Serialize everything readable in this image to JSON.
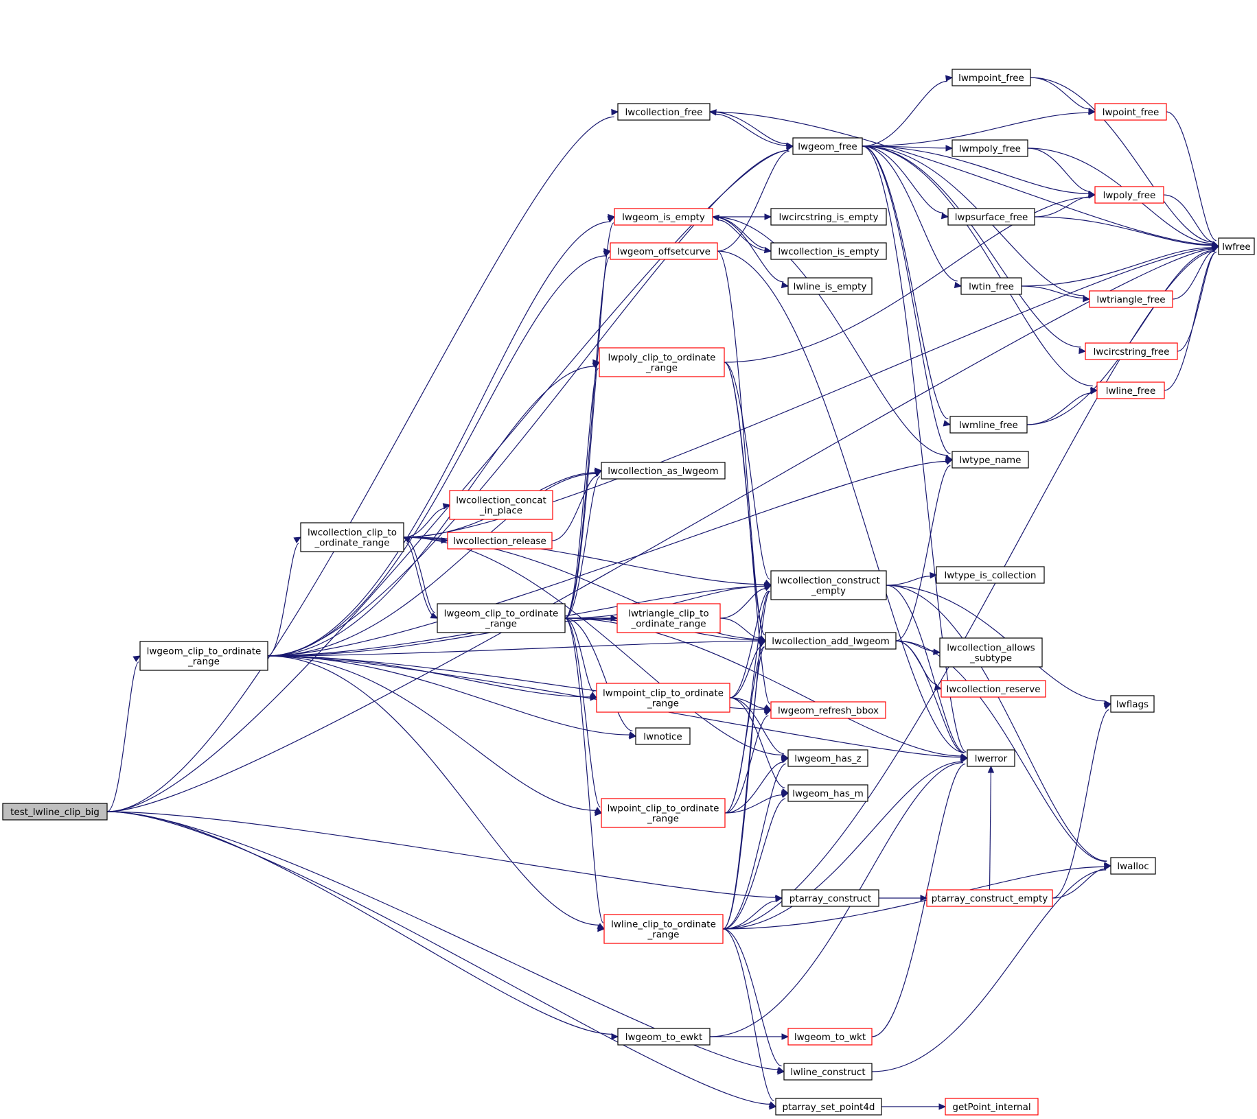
{
  "colors": {
    "edge": "#191970",
    "normal_border": "#000000",
    "highlight_border": "#ff0000",
    "root_fill": "#bfbfbf",
    "node_fill": "#ffffff"
  },
  "nodes": [
    {
      "id": "test_lwline_clip_big",
      "lines": [
        "test_lwline_clip_big"
      ],
      "style": "root"
    },
    {
      "id": "lwgeom_clip_to_ordinate_range",
      "lines": [
        "lwgeom_clip_to_ordinate",
        "_range"
      ],
      "style": "normal"
    },
    {
      "id": "lwcollection_free",
      "lines": [
        "lwcollection_free"
      ],
      "style": "normal"
    },
    {
      "id": "lwgeom_free",
      "lines": [
        "lwgeom_free"
      ],
      "style": "normal"
    },
    {
      "id": "lwfree",
      "lines": [
        "lwfree"
      ],
      "style": "normal"
    },
    {
      "id": "lwmpoint_free",
      "lines": [
        "lwmpoint_free"
      ],
      "style": "normal"
    },
    {
      "id": "lwpoint_free",
      "lines": [
        "lwpoint_free"
      ],
      "style": "highlight"
    },
    {
      "id": "lwmpoly_free",
      "lines": [
        "lwmpoly_free"
      ],
      "style": "normal"
    },
    {
      "id": "lwpoly_free",
      "lines": [
        "lwpoly_free"
      ],
      "style": "highlight"
    },
    {
      "id": "lwpsurface_free",
      "lines": [
        "lwpsurface_free"
      ],
      "style": "normal"
    },
    {
      "id": "lwtin_free",
      "lines": [
        "lwtin_free"
      ],
      "style": "normal"
    },
    {
      "id": "lwtriangle_free",
      "lines": [
        "lwtriangle_free"
      ],
      "style": "highlight"
    },
    {
      "id": "lwcircstring_free",
      "lines": [
        "lwcircstring_free"
      ],
      "style": "highlight"
    },
    {
      "id": "lwline_free",
      "lines": [
        "lwline_free"
      ],
      "style": "highlight"
    },
    {
      "id": "lwmline_free",
      "lines": [
        "lwmline_free"
      ],
      "style": "normal"
    },
    {
      "id": "lwtype_name",
      "lines": [
        "lwtype_name"
      ],
      "style": "normal"
    },
    {
      "id": "lwgeom_is_empty",
      "lines": [
        "lwgeom_is_empty"
      ],
      "style": "highlight"
    },
    {
      "id": "lwcircstring_is_empty",
      "lines": [
        "lwcircstring_is_empty"
      ],
      "style": "normal"
    },
    {
      "id": "lwcollection_is_empty",
      "lines": [
        "lwcollection_is_empty"
      ],
      "style": "normal"
    },
    {
      "id": "lwline_is_empty",
      "lines": [
        "lwline_is_empty"
      ],
      "style": "normal"
    },
    {
      "id": "lwgeom_offsetcurve",
      "lines": [
        "lwgeom_offsetcurve"
      ],
      "style": "highlight"
    },
    {
      "id": "lwpoly_clip_to_ordinate_range",
      "lines": [
        "lwpoly_clip_to_ordinate",
        "_range"
      ],
      "style": "highlight"
    },
    {
      "id": "lwcollection_as_lwgeom",
      "lines": [
        "lwcollection_as_lwgeom"
      ],
      "style": "normal"
    },
    {
      "id": "lwcollection_concat_in_place",
      "lines": [
        "lwcollection_concat",
        "_in_place"
      ],
      "style": "highlight"
    },
    {
      "id": "lwcollection_clip_to_ordinate_range",
      "lines": [
        "lwcollection_clip_to",
        "_ordinate_range"
      ],
      "style": "normal"
    },
    {
      "id": "lwcollection_release",
      "lines": [
        "lwcollection_release"
      ],
      "style": "highlight"
    },
    {
      "id": "lwcollection_construct_empty",
      "lines": [
        "lwcollection_construct",
        "_empty"
      ],
      "style": "normal"
    },
    {
      "id": "lwtype_is_collection",
      "lines": [
        "lwtype_is_collection"
      ],
      "style": "normal"
    },
    {
      "id": "lwgeom_clip_to_ordinate_range2",
      "lines": [
        "lwgeom_clip_to_ordinate",
        "_range"
      ],
      "style": "normal"
    },
    {
      "id": "lwtriangle_clip_to_ordinate_range",
      "lines": [
        "lwtriangle_clip_to",
        "_ordinate_range"
      ],
      "style": "highlight"
    },
    {
      "id": "lwcollection_add_lwgeom",
      "lines": [
        "lwcollection_add_lwgeom"
      ],
      "style": "normal"
    },
    {
      "id": "lwcollection_allows_subtype",
      "lines": [
        "lwcollection_allows",
        "_subtype"
      ],
      "style": "normal"
    },
    {
      "id": "lwcollection_reserve",
      "lines": [
        "lwcollection_reserve"
      ],
      "style": "highlight"
    },
    {
      "id": "lwflags",
      "lines": [
        "lwflags"
      ],
      "style": "normal"
    },
    {
      "id": "lwmpoint_clip_to_ordinate_range",
      "lines": [
        "lwmpoint_clip_to_ordinate",
        "_range"
      ],
      "style": "highlight"
    },
    {
      "id": "lwgeom_refresh_bbox",
      "lines": [
        "lwgeom_refresh_bbox"
      ],
      "style": "highlight"
    },
    {
      "id": "lwnotice",
      "lines": [
        "lwnotice"
      ],
      "style": "normal"
    },
    {
      "id": "lwgeom_has_z",
      "lines": [
        "lwgeom_has_z"
      ],
      "style": "normal"
    },
    {
      "id": "lwerror",
      "lines": [
        "lwerror"
      ],
      "style": "normal"
    },
    {
      "id": "lwgeom_has_m",
      "lines": [
        "lwgeom_has_m"
      ],
      "style": "normal"
    },
    {
      "id": "lwpoint_clip_to_ordinate_range",
      "lines": [
        "lwpoint_clip_to_ordinate",
        "_range"
      ],
      "style": "highlight"
    },
    {
      "id": "lwalloc",
      "lines": [
        "lwalloc"
      ],
      "style": "normal"
    },
    {
      "id": "ptarray_construct",
      "lines": [
        "ptarray_construct"
      ],
      "style": "normal"
    },
    {
      "id": "ptarray_construct_empty",
      "lines": [
        "ptarray_construct_empty"
      ],
      "style": "highlight"
    },
    {
      "id": "lwline_clip_to_ordinate_range",
      "lines": [
        "lwline_clip_to_ordinate",
        "_range"
      ],
      "style": "highlight"
    },
    {
      "id": "lwgeom_to_ewkt",
      "lines": [
        "lwgeom_to_ewkt"
      ],
      "style": "normal"
    },
    {
      "id": "lwgeom_to_wkt",
      "lines": [
        "lwgeom_to_wkt"
      ],
      "style": "highlight"
    },
    {
      "id": "lwline_construct",
      "lines": [
        "lwline_construct"
      ],
      "style": "normal"
    },
    {
      "id": "ptarray_set_point4d",
      "lines": [
        "ptarray_set_point4d"
      ],
      "style": "normal"
    },
    {
      "id": "getPoint_internal",
      "lines": [
        "getPoint_internal"
      ],
      "style": "highlight"
    }
  ],
  "edges": [
    [
      "test_lwline_clip_big",
      "lwgeom_clip_to_ordinate_range"
    ],
    [
      "test_lwline_clip_big",
      "lwcollection_free"
    ],
    [
      "test_lwline_clip_big",
      "lwfree"
    ],
    [
      "test_lwline_clip_big",
      "lwgeom_free"
    ],
    [
      "test_lwline_clip_big",
      "lwgeom_to_ewkt"
    ],
    [
      "test_lwline_clip_big",
      "lwline_construct"
    ],
    [
      "test_lwline_clip_big",
      "ptarray_construct"
    ],
    [
      "test_lwline_clip_big",
      "ptarray_set_point4d"
    ],
    [
      "lwgeom_clip_to_ordinate_range",
      "lwcollection_clip_to_ordinate_range"
    ],
    [
      "lwgeom_clip_to_ordinate_range",
      "lwgeom_is_empty"
    ],
    [
      "lwgeom_clip_to_ordinate_range",
      "lwgeom_offsetcurve"
    ],
    [
      "lwgeom_clip_to_ordinate_range",
      "lwpoly_clip_to_ordinate_range"
    ],
    [
      "lwgeom_clip_to_ordinate_range",
      "lwtriangle_clip_to_ordinate_range"
    ],
    [
      "lwgeom_clip_to_ordinate_range",
      "lwmpoint_clip_to_ordinate_range"
    ],
    [
      "lwgeom_clip_to_ordinate_range",
      "lwnotice"
    ],
    [
      "lwgeom_clip_to_ordinate_range",
      "lwpoint_clip_to_ordinate_range"
    ],
    [
      "lwgeom_clip_to_ordinate_range",
      "lwline_clip_to_ordinate_range"
    ],
    [
      "lwgeom_clip_to_ordinate_range",
      "lwtype_name"
    ],
    [
      "lwgeom_clip_to_ordinate_range",
      "lwcollection_as_lwgeom"
    ],
    [
      "lwgeom_clip_to_ordinate_range",
      "lwgeom_free"
    ],
    [
      "lwgeom_clip_to_ordinate_range",
      "lwcollection_construct_empty"
    ],
    [
      "lwgeom_clip_to_ordinate_range",
      "lwcollection_add_lwgeom"
    ],
    [
      "lwgeom_clip_to_ordinate_range",
      "lwgeom_refresh_bbox"
    ],
    [
      "lwgeom_clip_to_ordinate_range",
      "lwerror"
    ],
    [
      "lwcollection_free",
      "lwfree"
    ],
    [
      "lwcollection_free",
      "lwgeom_free"
    ],
    [
      "lwgeom_free",
      "lwcollection_free"
    ],
    [
      "lwgeom_free",
      "lwmpoint_free"
    ],
    [
      "lwgeom_free",
      "lwpoint_free"
    ],
    [
      "lwgeom_free",
      "lwmpoly_free"
    ],
    [
      "lwgeom_free",
      "lwpoly_free"
    ],
    [
      "lwgeom_free",
      "lwpsurface_free"
    ],
    [
      "lwgeom_free",
      "lwtin_free"
    ],
    [
      "lwgeom_free",
      "lwtriangle_free"
    ],
    [
      "lwgeom_free",
      "lwcircstring_free"
    ],
    [
      "lwgeom_free",
      "lwline_free"
    ],
    [
      "lwgeom_free",
      "lwmline_free"
    ],
    [
      "lwgeom_free",
      "lwtype_name"
    ],
    [
      "lwgeom_free",
      "lwerror"
    ],
    [
      "lwmpoint_free",
      "lwfree"
    ],
    [
      "lwmpoint_free",
      "lwpoint_free"
    ],
    [
      "lwpoint_free",
      "lwfree"
    ],
    [
      "lwmpoly_free",
      "lwfree"
    ],
    [
      "lwmpoly_free",
      "lwpoly_free"
    ],
    [
      "lwpoly_free",
      "lwfree"
    ],
    [
      "lwpsurface_free",
      "lwpoly_free"
    ],
    [
      "lwpsurface_free",
      "lwfree"
    ],
    [
      "lwtin_free",
      "lwfree"
    ],
    [
      "lwtin_free",
      "lwtriangle_free"
    ],
    [
      "lwtriangle_free",
      "lwfree"
    ],
    [
      "lwcircstring_free",
      "lwfree"
    ],
    [
      "lwline_free",
      "lwfree"
    ],
    [
      "lwmline_free",
      "lwline_free"
    ],
    [
      "lwmline_free",
      "lwfree"
    ],
    [
      "lwgeom_is_empty",
      "lwcircstring_is_empty"
    ],
    [
      "lwgeom_is_empty",
      "lwcollection_is_empty"
    ],
    [
      "lwgeom_is_empty",
      "lwline_is_empty"
    ],
    [
      "lwgeom_is_empty",
      "lwtype_name"
    ],
    [
      "lwcollection_is_empty",
      "lwgeom_is_empty"
    ],
    [
      "lwgeom_offsetcurve",
      "lwgeom_free"
    ],
    [
      "lwgeom_offsetcurve",
      "lwerror"
    ],
    [
      "lwgeom_offsetcurve",
      "lwcollection_add_lwgeom"
    ],
    [
      "lwpoly_clip_to_ordinate_range",
      "lwpoly_free"
    ],
    [
      "lwpoly_clip_to_ordinate_range",
      "lwcollection_construct_empty"
    ],
    [
      "lwpoly_clip_to_ordinate_range",
      "lwcollection_add_lwgeom"
    ],
    [
      "lwpoly_clip_to_ordinate_range",
      "lwgeom_refresh_bbox"
    ],
    [
      "lwcollection_clip_to_ordinate_range",
      "lwcollection_concat_in_place"
    ],
    [
      "lwcollection_clip_to_ordinate_range",
      "lwcollection_release"
    ],
    [
      "lwcollection_clip_to_ordinate_range",
      "lwgeom_clip_to_ordinate_range2"
    ],
    [
      "lwcollection_clip_to_ordinate_range",
      "lwcollection_as_lwgeom"
    ],
    [
      "lwcollection_clip_to_ordinate_range",
      "lwcollection_construct_empty"
    ],
    [
      "lwcollection_clip_to_ordinate_range",
      "lwcollection_add_lwgeom"
    ],
    [
      "lwcollection_clip_to_ordinate_range",
      "lwfree"
    ],
    [
      "lwcollection_clip_to_ordinate_range",
      "lwgeom_has_z"
    ],
    [
      "lwcollection_release",
      "lwcollection_as_lwgeom"
    ],
    [
      "lwgeom_clip_to_ordinate_range2",
      "lwcollection_clip_to_ordinate_range"
    ],
    [
      "lwgeom_clip_to_ordinate_range2",
      "lwtriangle_clip_to_ordinate_range"
    ],
    [
      "lwgeom_clip_to_ordinate_range2",
      "lwmpoint_clip_to_ordinate_range"
    ],
    [
      "lwgeom_clip_to_ordinate_range2",
      "lwnotice"
    ],
    [
      "lwgeom_clip_to_ordinate_range2",
      "lwpoint_clip_to_ordinate_range"
    ],
    [
      "lwgeom_clip_to_ordinate_range2",
      "lwline_clip_to_ordinate_range"
    ],
    [
      "lwgeom_clip_to_ordinate_range2",
      "lwpoly_clip_to_ordinate_range"
    ],
    [
      "lwgeom_clip_to_ordinate_range2",
      "lwgeom_offsetcurve"
    ],
    [
      "lwgeom_clip_to_ordinate_range2",
      "lwgeom_is_empty"
    ],
    [
      "lwgeom_clip_to_ordinate_range2",
      "lwcollection_construct_empty"
    ],
    [
      "lwgeom_clip_to_ordinate_range2",
      "lwcollection_add_lwgeom"
    ],
    [
      "lwgeom_clip_to_ordinate_range2",
      "lwcollection_as_lwgeom"
    ],
    [
      "lwgeom_clip_to_ordinate_range2",
      "lwerror"
    ],
    [
      "lwtriangle_clip_to_ordinate_range",
      "lwcollection_construct_empty"
    ],
    [
      "lwtriangle_clip_to_ordinate_range",
      "lwcollection_add_lwgeom"
    ],
    [
      "lwcollection_construct_empty",
      "lwtype_is_collection"
    ],
    [
      "lwcollection_construct_empty",
      "lwflags"
    ],
    [
      "lwcollection_construct_empty",
      "lwalloc"
    ],
    [
      "lwcollection_construct_empty",
      "lwerror"
    ],
    [
      "lwcollection_add_lwgeom",
      "lwcollection_allows_subtype"
    ],
    [
      "lwcollection_add_lwgeom",
      "lwcollection_reserve"
    ],
    [
      "lwcollection_add_lwgeom",
      "lwtype_name"
    ],
    [
      "lwcollection_add_lwgeom",
      "lwerror"
    ],
    [
      "lwcollection_add_lwgeom",
      "lwalloc"
    ],
    [
      "lwmpoint_clip_to_ordinate_range",
      "lwcollection_add_lwgeom"
    ],
    [
      "lwmpoint_clip_to_ordinate_range",
      "lwcollection_construct_empty"
    ],
    [
      "lwmpoint_clip_to_ordinate_range",
      "lwgeom_refresh_bbox"
    ],
    [
      "lwmpoint_clip_to_ordinate_range",
      "lwgeom_has_z"
    ],
    [
      "lwmpoint_clip_to_ordinate_range",
      "lwgeom_has_m"
    ],
    [
      "lwpoint_clip_to_ordinate_range",
      "lwgeom_has_z"
    ],
    [
      "lwpoint_clip_to_ordinate_range",
      "lwgeom_has_m"
    ],
    [
      "lwpoint_clip_to_ordinate_range",
      "lwcollection_add_lwgeom"
    ],
    [
      "lwpoint_clip_to_ordinate_range",
      "lwcollection_construct_empty"
    ],
    [
      "lwpoint_clip_to_ordinate_range",
      "lwgeom_refresh_bbox"
    ],
    [
      "lwline_clip_to_ordinate_range",
      "ptarray_construct"
    ],
    [
      "lwline_clip_to_ordinate_range",
      "lwline_construct"
    ],
    [
      "lwline_clip_to_ordinate_range",
      "ptarray_set_point4d"
    ],
    [
      "lwline_clip_to_ordinate_range",
      "lwgeom_has_z"
    ],
    [
      "lwline_clip_to_ordinate_range",
      "lwgeom_has_m"
    ],
    [
      "lwline_clip_to_ordinate_range",
      "lwcollection_add_lwgeom"
    ],
    [
      "lwline_clip_to_ordinate_range",
      "lwcollection_construct_empty"
    ],
    [
      "lwline_clip_to_ordinate_range",
      "lwerror"
    ],
    [
      "lwline_clip_to_ordinate_range",
      "lwalloc"
    ],
    [
      "lwline_clip_to_ordinate_range",
      "lwfree"
    ],
    [
      "ptarray_construct",
      "ptarray_construct_empty"
    ],
    [
      "ptarray_construct_empty",
      "lwalloc"
    ],
    [
      "ptarray_construct_empty",
      "lwflags"
    ],
    [
      "ptarray_construct_empty",
      "lwerror"
    ],
    [
      "lwgeom_to_ewkt",
      "lwgeom_to_wkt"
    ],
    [
      "lwgeom_to_ewkt",
      "lwerror"
    ],
    [
      "lwgeom_to_wkt",
      "lwerror"
    ],
    [
      "lwline_construct",
      "lwalloc"
    ],
    [
      "ptarray_set_point4d",
      "getPoint_internal"
    ]
  ]
}
